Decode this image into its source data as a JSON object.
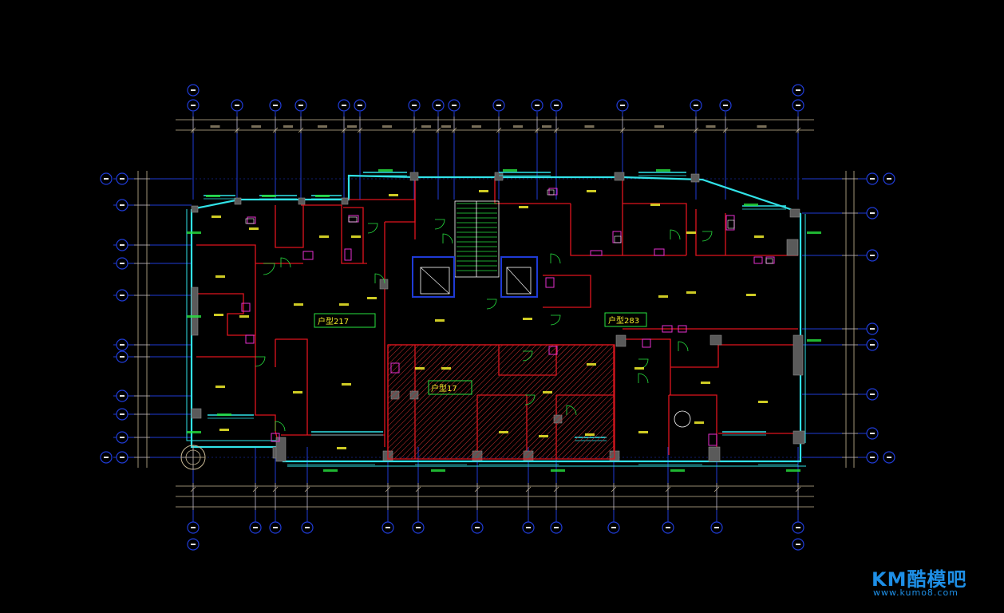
{
  "watermark": {
    "logo": "KM酷模吧",
    "url": "www.kumo8.com"
  },
  "unit_labels": [
    "户型217",
    "户型283",
    "户型17"
  ],
  "colors": {
    "background": "#000000",
    "grid_line": "#1f3bd6",
    "wall_red": "#e0141e",
    "wall_cyan": "#31e3e8",
    "dim_line": "#c9b995",
    "text_yellow": "#f2ee2a",
    "text_green": "#27e33f",
    "magenta": "#e62fd0",
    "white": "#ffffff"
  },
  "icons": [
    "north-arrow-icon",
    "grid-bubble-icon"
  ]
}
